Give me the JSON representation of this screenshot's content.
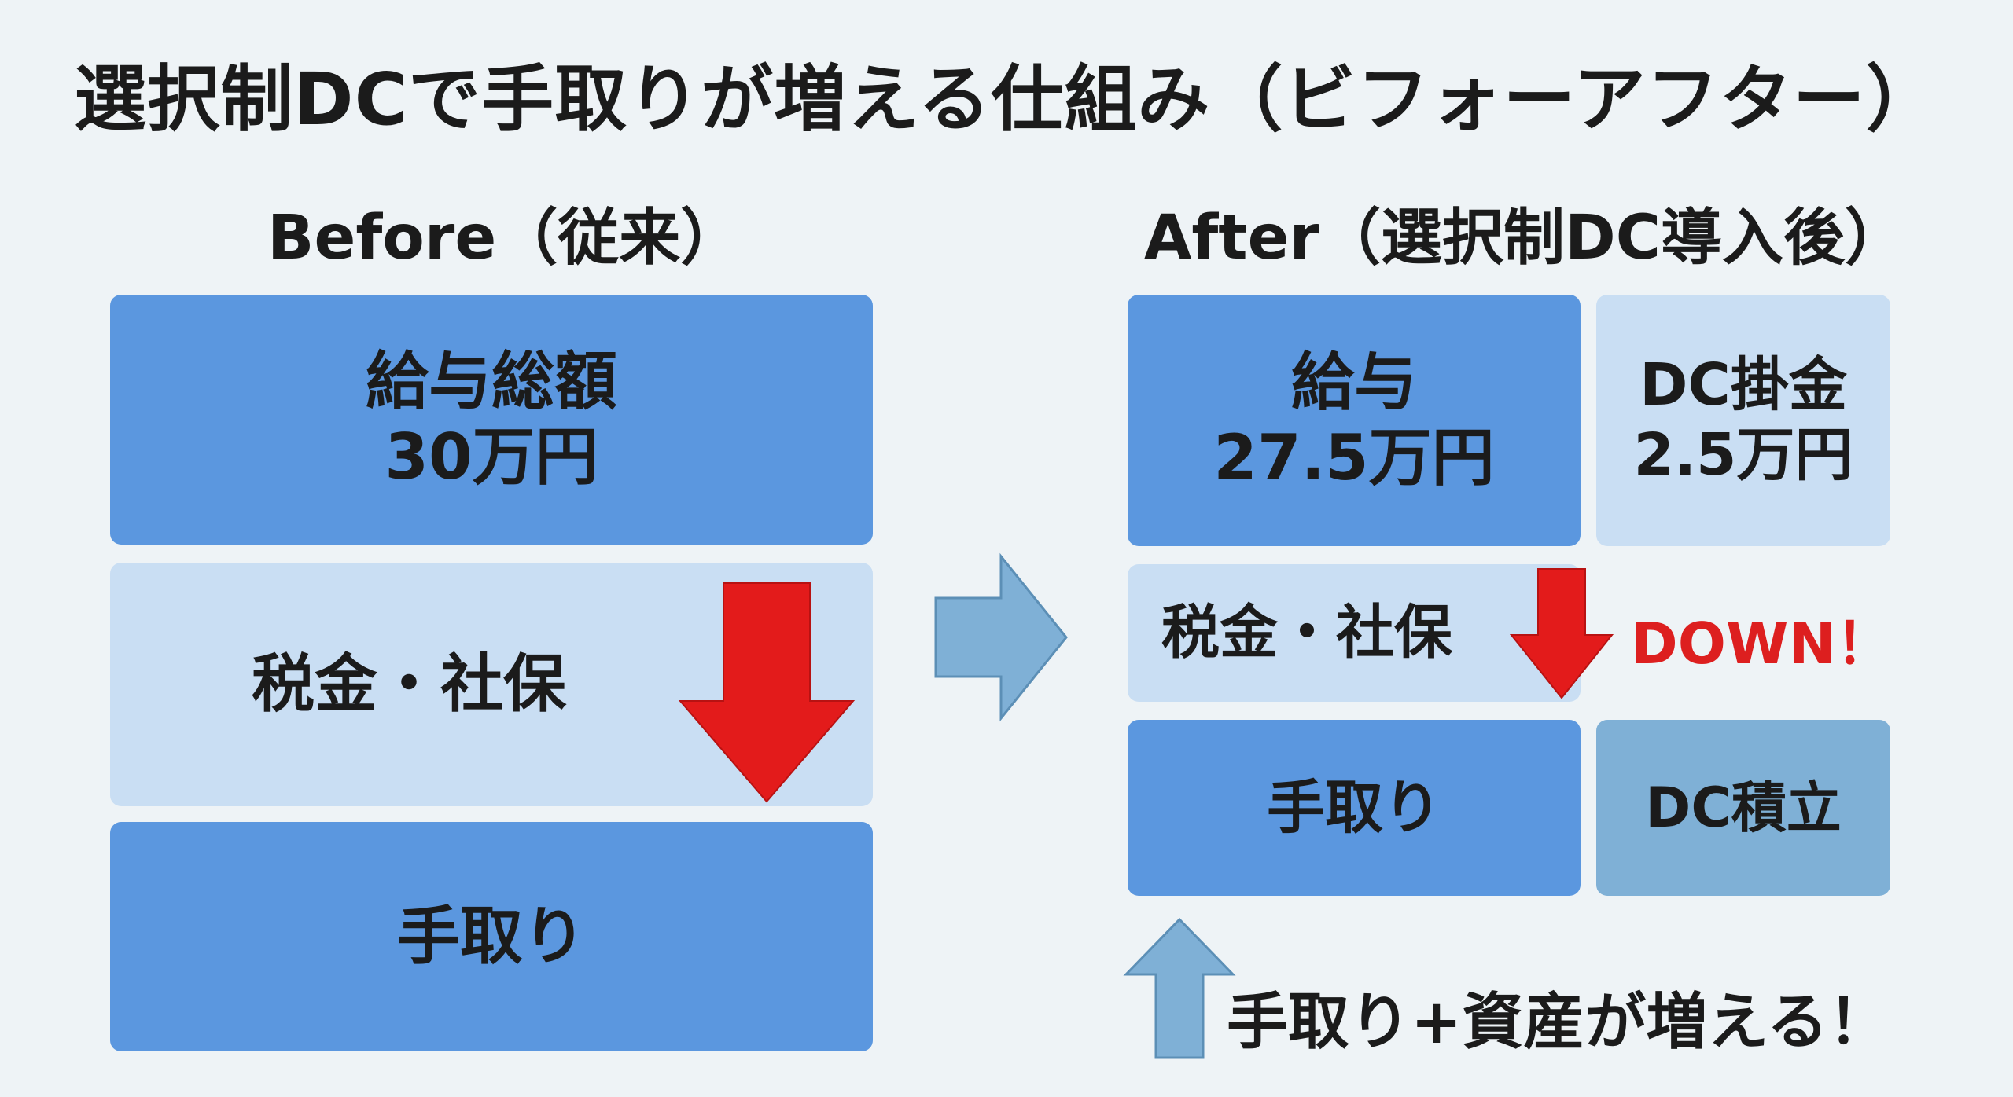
{
  "title": "選択制DCで手取りが増える仕組み（ビフォーアフター）",
  "before": {
    "heading": "Before（従来）",
    "gross_label": "給与総額",
    "gross_amount": "30万円",
    "tax_label": "税金・社保",
    "takehome_label": "手取り"
  },
  "after": {
    "heading": "After（選択制DC導入後）",
    "salary_label": "給与",
    "salary_amount": "27.5万円",
    "dc_label": "DC掛金",
    "dc_amount": "2.5万円",
    "tax_label": "税金・社保",
    "down_label": "DOWN！",
    "takehome_label": "手取り",
    "dc_savings_label": "DC積立",
    "result_label": "手取り+資産が増える！"
  },
  "colors": {
    "dark_blue": "#5b97df",
    "light_blue": "#c9def3",
    "teal_blue": "#7fb0d6",
    "red_arrow": "#e31b1b",
    "steel_arrow": "#7fb0d6"
  }
}
